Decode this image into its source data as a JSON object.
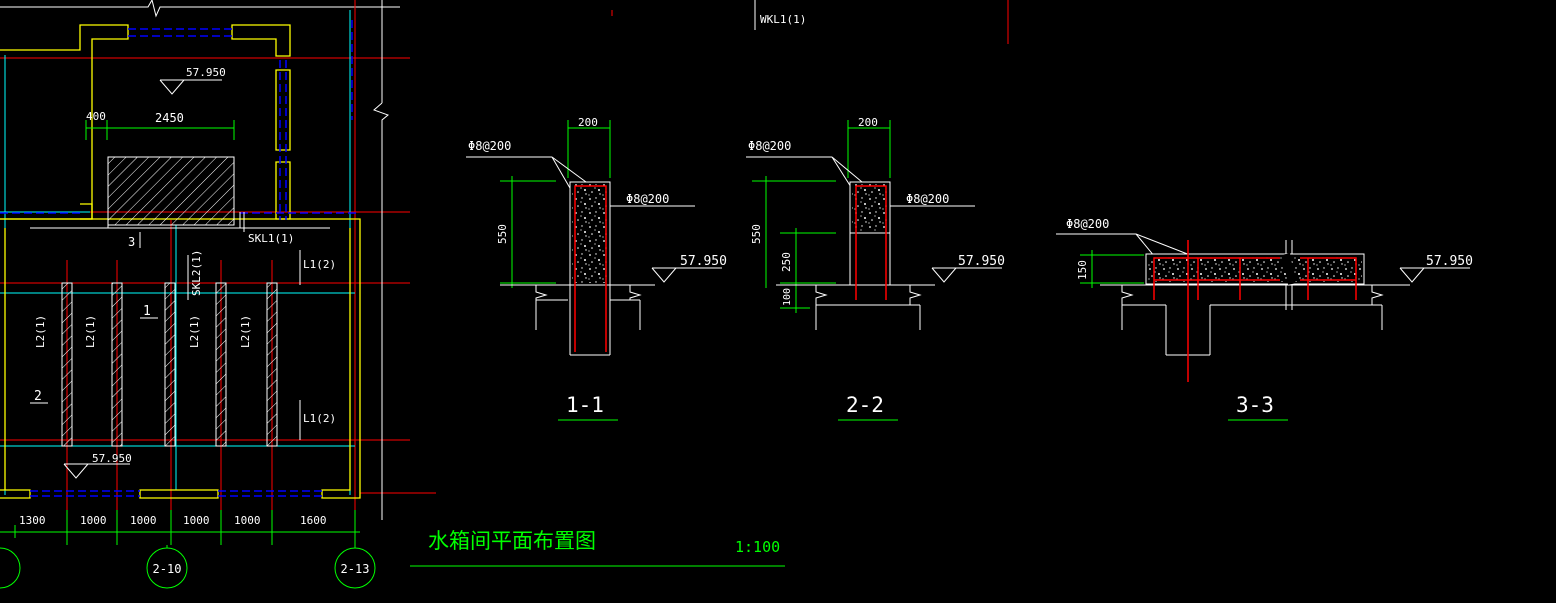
{
  "plan": {
    "elev_top": "57.950",
    "elev_bottom": "57.950",
    "dim_400": "400",
    "dim_2450": "2450",
    "label_skl1": "SKL1(1)",
    "label_skl2": "SKL2(1)",
    "label_wkl1": "WKL1(1)",
    "label_l1_top": "L1(2)",
    "label_l1_bottom": "L1(2)",
    "label_l2": "L2(1)",
    "section_mark_3": "3",
    "section_mark_1": "1",
    "section_mark_2": "2",
    "bottom_dims": [
      "1300",
      "1000",
      "1000",
      "1000",
      "1000",
      "1600"
    ],
    "axis_labels": [
      "2-10",
      "2-13"
    ],
    "title": "水箱间平面布置图",
    "scale": "1:100"
  },
  "section_1_1": {
    "width": "200",
    "rebar_left": "Φ8@200",
    "rebar_right": "Φ8@200",
    "height": "550",
    "elevation": "57.950",
    "name": "1-1"
  },
  "section_2_2": {
    "width": "200",
    "rebar_left": "Φ8@200",
    "rebar_right": "Φ8@200",
    "height": "550",
    "dim_250": "250",
    "dim_100": "100",
    "elevation": "57.950",
    "name": "2-2"
  },
  "section_3_3": {
    "rebar": "Φ8@200",
    "dim_150": "150",
    "elevation": "57.950",
    "name": "3-3"
  },
  "colors": {
    "background": "#000000",
    "white": "#ffffff",
    "yellow": "#ffff00",
    "red": "#ff0000",
    "green": "#00ff00",
    "cyan": "#00ffff",
    "blue": "#0000ff"
  }
}
